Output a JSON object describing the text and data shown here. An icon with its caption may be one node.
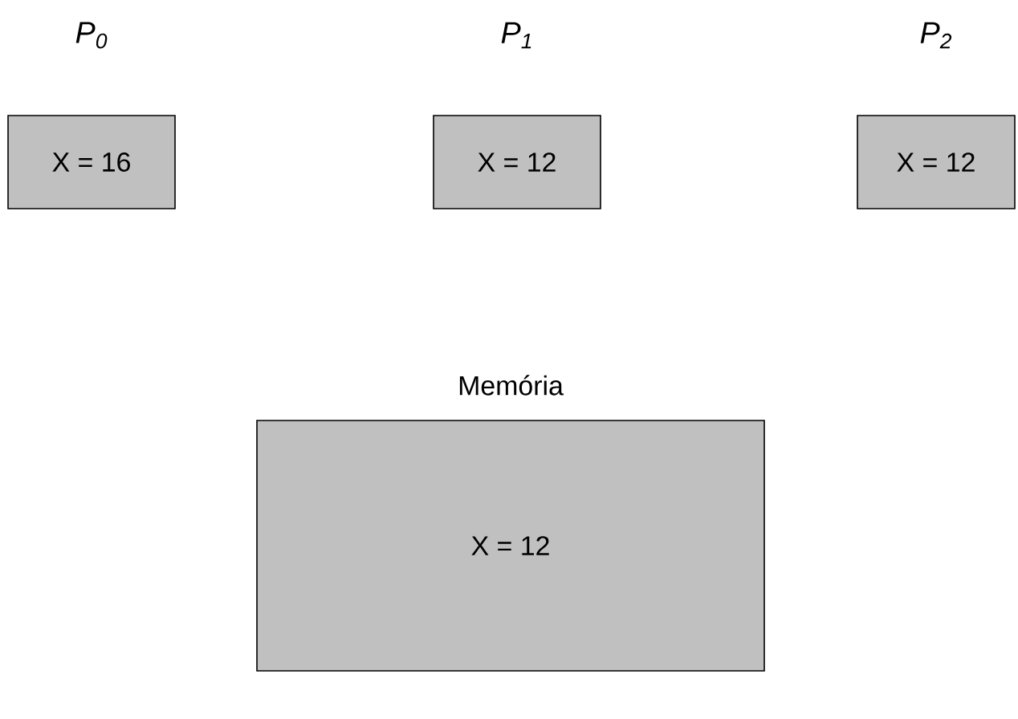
{
  "diagram": {
    "nodes": [
      {
        "text": [
          "P$_{0}$",
          "X = 16"
        ]
      },
      {
        "text": [
          "P$_{1}$",
          "X = 12"
        ]
      },
      {
        "text": [
          "P$_{2}$",
          "X = 12"
        ]
      },
      {
        "text": [
          "Memória",
          "X = 12"
        ]
      }
    ],
    "edges": []
  }
}
